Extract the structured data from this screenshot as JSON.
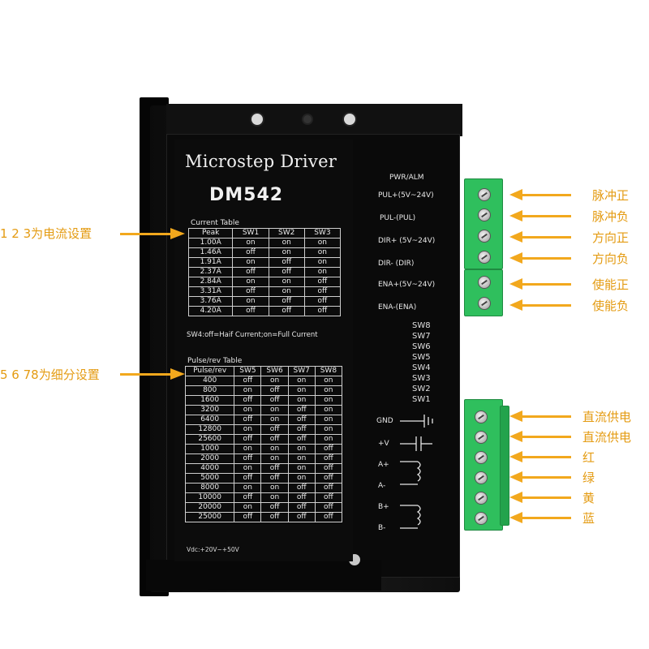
{
  "device": {
    "title": "Microstep Driver",
    "model": "DM542",
    "vdc": "Vdc:+20V~+50V",
    "sw4_note": "SW4:off=Haif Current;on=Full Current"
  },
  "current_table": {
    "title": "Current Table",
    "headers": [
      "Peak",
      "SW1",
      "SW2",
      "SW3"
    ],
    "rows": [
      [
        "1.00A",
        "on",
        "on",
        "on"
      ],
      [
        "1.46A",
        "off",
        "on",
        "on"
      ],
      [
        "1.91A",
        "on",
        "off",
        "on"
      ],
      [
        "2.37A",
        "off",
        "off",
        "on"
      ],
      [
        "2.84A",
        "on",
        "on",
        "off"
      ],
      [
        "3.31A",
        "off",
        "on",
        "off"
      ],
      [
        "3.76A",
        "on",
        "off",
        "off"
      ],
      [
        "4.20A",
        "off",
        "off",
        "off"
      ]
    ]
  },
  "pulse_table": {
    "title": "Pulse/rev Table",
    "headers": [
      "Pulse/rev",
      "SW5",
      "SW6",
      "SW7",
      "SW8"
    ],
    "rows": [
      [
        "400",
        "off",
        "on",
        "on",
        "on"
      ],
      [
        "800",
        "on",
        "off",
        "on",
        "on"
      ],
      [
        "1600",
        "off",
        "off",
        "on",
        "on"
      ],
      [
        "3200",
        "on",
        "on",
        "off",
        "on"
      ],
      [
        "6400",
        "off",
        "on",
        "off",
        "on"
      ],
      [
        "12800",
        "on",
        "off",
        "off",
        "on"
      ],
      [
        "25600",
        "off",
        "off",
        "off",
        "on"
      ],
      [
        "1000",
        "on",
        "on",
        "on",
        "off"
      ],
      [
        "2000",
        "off",
        "on",
        "on",
        "off"
      ],
      [
        "4000",
        "on",
        "off",
        "on",
        "off"
      ],
      [
        "5000",
        "off",
        "off",
        "on",
        "off"
      ],
      [
        "8000",
        "on",
        "on",
        "off",
        "off"
      ],
      [
        "10000",
        "off",
        "on",
        "off",
        "off"
      ],
      [
        "20000",
        "on",
        "off",
        "off",
        "off"
      ],
      [
        "25000",
        "off",
        "off",
        "off",
        "off"
      ]
    ]
  },
  "terminals": {
    "pwr_alm": "PWR/ALM",
    "signal": [
      "PUL+(5V~24V)",
      "PUL-(PUL)",
      "DIR+ (5V~24V)",
      "DIR- (DIR)",
      "ENA+(5V~24V)",
      "ENA-(ENA)"
    ],
    "switches": [
      "SW8",
      "SW7",
      "SW6",
      "SW5",
      "SW4",
      "SW3",
      "SW2",
      "SW1"
    ],
    "power": [
      "GND",
      "+V",
      "A+",
      "A-",
      "B+",
      "B-"
    ]
  },
  "annotations": {
    "left_current": "1 2 3为电流设置",
    "left_pulse": "5 6 78为细分设置",
    "right": [
      "脉冲正",
      "脉冲负",
      "方向正",
      "方向负",
      "使能正",
      "使能负",
      "直流供电",
      "直流供电",
      "红",
      "绿",
      "黄",
      "蓝"
    ]
  },
  "colors": {
    "annotation": "#e49b12",
    "arrow": "#f2a81d",
    "connector": "#2fbf5d",
    "body": "#0a0a0a"
  }
}
